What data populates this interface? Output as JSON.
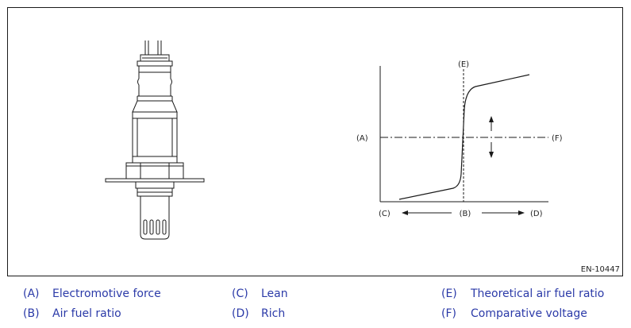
{
  "figure": {
    "id_label": "EN-10447",
    "graph_labels": {
      "a": "(A)",
      "b": "(B)",
      "c": "(C)",
      "d": "(D)",
      "e": "(E)",
      "f": "(F)"
    }
  },
  "legend": [
    {
      "code": "(A)",
      "text": "Electromotive force"
    },
    {
      "code": "(B)",
      "text": "Air fuel ratio"
    },
    {
      "code": "(C)",
      "text": "Lean"
    },
    {
      "code": "(D)",
      "text": "Rich"
    },
    {
      "code": "(E)",
      "text": "Theoretical air fuel ratio"
    },
    {
      "code": "(F)",
      "text": "Comparative voltage"
    }
  ],
  "colors": {
    "legend_text": "#2b3aa8",
    "line": "#1a1a1a"
  }
}
